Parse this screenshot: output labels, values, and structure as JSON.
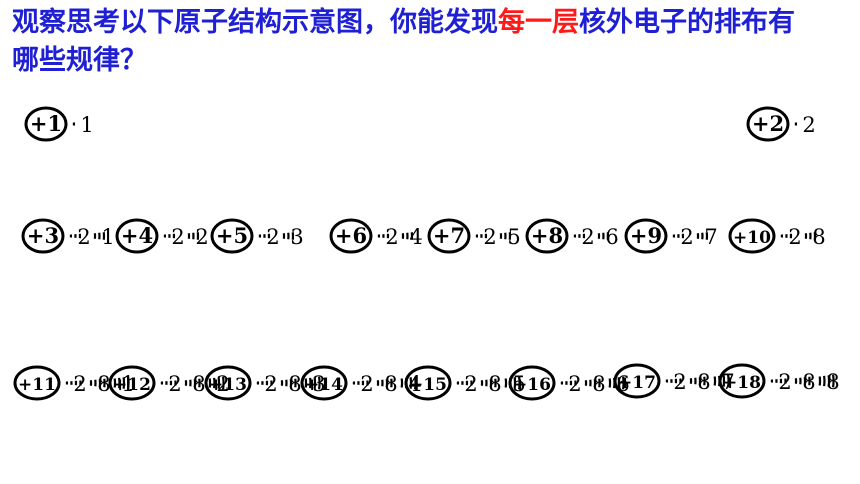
{
  "title": {
    "part1": "观察思考以下原子结构示意图，你能发现",
    "highlight": "每一层",
    "part2": "核外电子的排布有哪些规律？"
  },
  "colors": {
    "title": "#1f1fd4",
    "highlight": "#ff1a1a",
    "ink": "#000000"
  },
  "atoms": [
    {
      "charge": "+1",
      "shells": [
        "1"
      ]
    },
    {
      "charge": "+2",
      "shells": [
        "2"
      ]
    },
    {
      "charge": "+3",
      "shells": [
        "2",
        "1"
      ]
    },
    {
      "charge": "+4",
      "shells": [
        "2",
        "2"
      ]
    },
    {
      "charge": "+5",
      "shells": [
        "2",
        "3"
      ]
    },
    {
      "charge": "+6",
      "shells": [
        "2",
        "4"
      ]
    },
    {
      "charge": "+7",
      "shells": [
        "2",
        "5"
      ]
    },
    {
      "charge": "+8",
      "shells": [
        "2",
        "6"
      ]
    },
    {
      "charge": "+9",
      "shells": [
        "2",
        "7"
      ]
    },
    {
      "charge": "+10",
      "shells": [
        "2",
        "8"
      ]
    },
    {
      "charge": "+11",
      "shells": [
        "2",
        "8",
        "1"
      ]
    },
    {
      "charge": "+12",
      "shells": [
        "2",
        "8",
        "2"
      ]
    },
    {
      "charge": "+13",
      "shells": [
        "2",
        "8",
        "3"
      ]
    },
    {
      "charge": "+14",
      "shells": [
        "2",
        "8",
        "4"
      ]
    },
    {
      "charge": "+15",
      "shells": [
        "2",
        "8",
        "5"
      ]
    },
    {
      "charge": "+16",
      "shells": [
        "2",
        "8",
        "6"
      ]
    },
    {
      "charge": "+17",
      "shells": [
        "2",
        "8",
        "7"
      ]
    },
    {
      "charge": "+18",
      "shells": [
        "2",
        "8",
        "8"
      ]
    }
  ]
}
